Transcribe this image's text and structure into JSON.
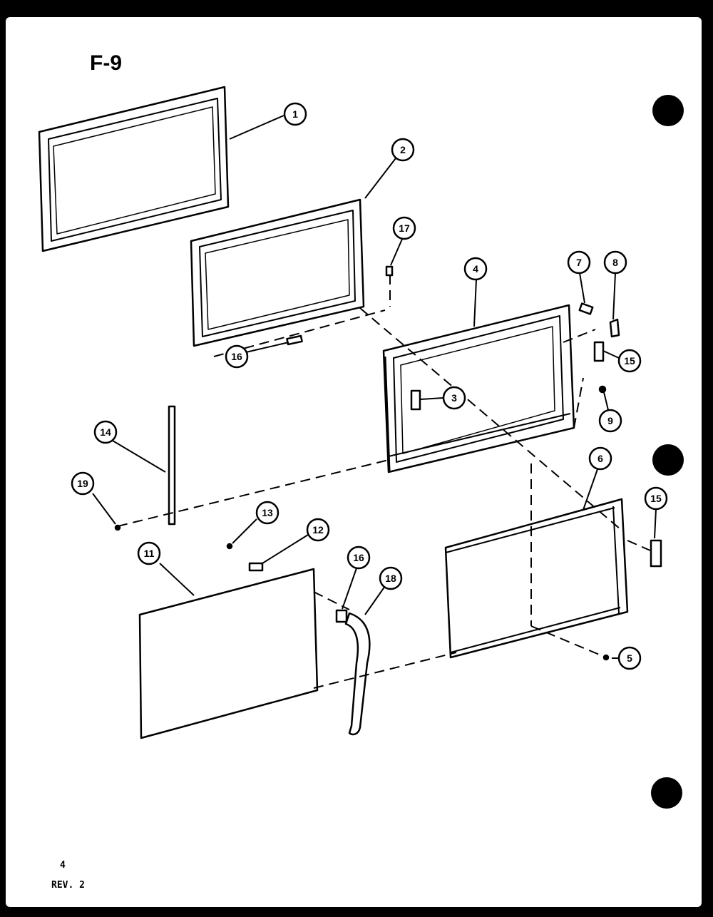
{
  "figure": {
    "title": "F-9",
    "page_number": "4",
    "revision": "REV. 2"
  },
  "callouts": [
    "1",
    "2",
    "17",
    "4",
    "7",
    "8",
    "16",
    "15",
    "3",
    "9",
    "14",
    "19",
    "13",
    "12",
    "11",
    "16",
    "18",
    "6",
    "15",
    "5"
  ],
  "colors": {
    "ink": "#000000",
    "paper": "#ffffff",
    "frame": "#000000"
  }
}
